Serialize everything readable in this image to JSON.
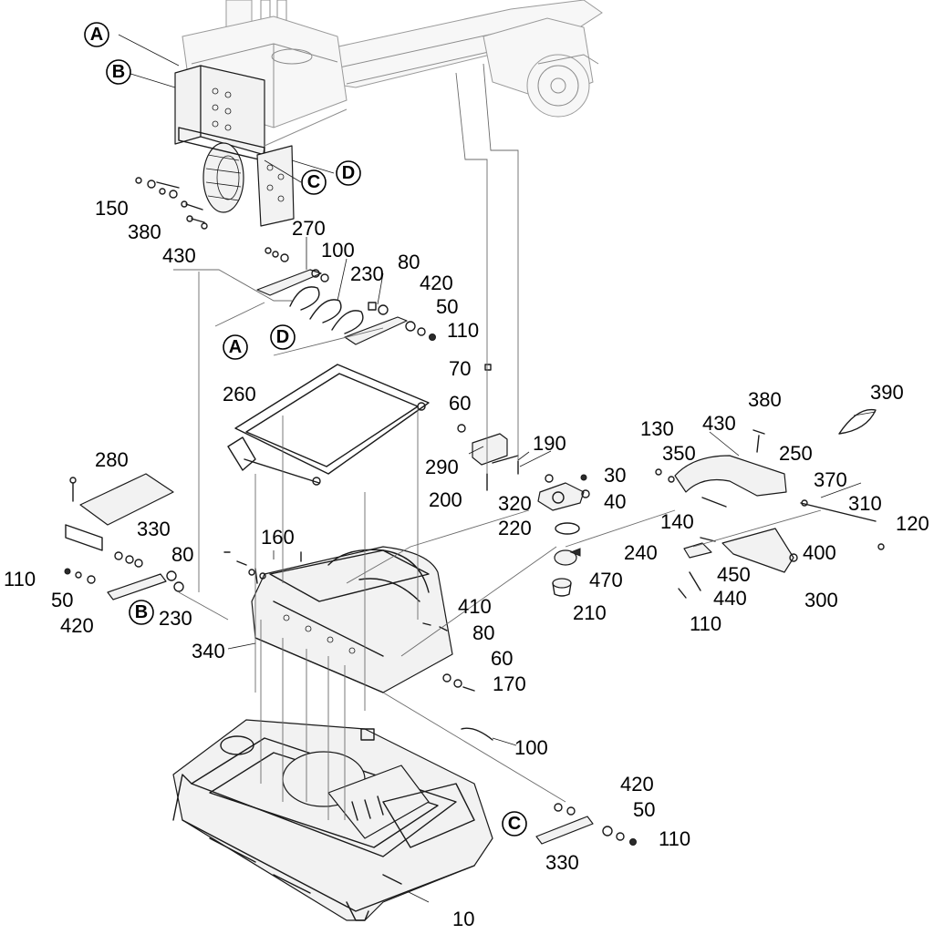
{
  "part_numbers": [
    {
      "id": "p150",
      "text": "150"
    },
    {
      "id": "p380a",
      "text": "380"
    },
    {
      "id": "p430a",
      "text": "430"
    },
    {
      "id": "p270",
      "text": "270"
    },
    {
      "id": "p100a",
      "text": "100"
    },
    {
      "id": "p80a",
      "text": "80"
    },
    {
      "id": "p230a",
      "text": "230"
    },
    {
      "id": "p420a",
      "text": "420"
    },
    {
      "id": "p50a",
      "text": "50"
    },
    {
      "id": "p110a",
      "text": "110"
    },
    {
      "id": "p70",
      "text": "70"
    },
    {
      "id": "p260",
      "text": "260"
    },
    {
      "id": "p60a",
      "text": "60"
    },
    {
      "id": "p190",
      "text": "190"
    },
    {
      "id": "p290",
      "text": "290"
    },
    {
      "id": "p200",
      "text": "200"
    },
    {
      "id": "p30",
      "text": "30"
    },
    {
      "id": "p40",
      "text": "40"
    },
    {
      "id": "p320",
      "text": "320"
    },
    {
      "id": "p220",
      "text": "220"
    },
    {
      "id": "p470",
      "text": "470"
    },
    {
      "id": "p210",
      "text": "210"
    },
    {
      "id": "p380b",
      "text": "380"
    },
    {
      "id": "p390",
      "text": "390"
    },
    {
      "id": "p130",
      "text": "130"
    },
    {
      "id": "p430b",
      "text": "430"
    },
    {
      "id": "p350",
      "text": "350"
    },
    {
      "id": "p250",
      "text": "250"
    },
    {
      "id": "p370",
      "text": "370"
    },
    {
      "id": "p140",
      "text": "140"
    },
    {
      "id": "p310",
      "text": "310"
    },
    {
      "id": "p120",
      "text": "120"
    },
    {
      "id": "p240",
      "text": "240"
    },
    {
      "id": "p400",
      "text": "400"
    },
    {
      "id": "p450",
      "text": "450"
    },
    {
      "id": "p440",
      "text": "440"
    },
    {
      "id": "p300",
      "text": "300"
    },
    {
      "id": "p110b",
      "text": "110"
    },
    {
      "id": "p280",
      "text": "280"
    },
    {
      "id": "p330a",
      "text": "330"
    },
    {
      "id": "p80b",
      "text": "80"
    },
    {
      "id": "p160",
      "text": "160"
    },
    {
      "id": "p110c",
      "text": "110"
    },
    {
      "id": "p50b",
      "text": "50"
    },
    {
      "id": "p420b",
      "text": "420"
    },
    {
      "id": "p230b",
      "text": "230"
    },
    {
      "id": "p340",
      "text": "340"
    },
    {
      "id": "p410",
      "text": "410"
    },
    {
      "id": "p80c",
      "text": "80"
    },
    {
      "id": "p60b",
      "text": "60"
    },
    {
      "id": "p170",
      "text": "170"
    },
    {
      "id": "p100b",
      "text": "100"
    },
    {
      "id": "p420c",
      "text": "420"
    },
    {
      "id": "p50c",
      "text": "50"
    },
    {
      "id": "p110d",
      "text": "110"
    },
    {
      "id": "p330b",
      "text": "330"
    },
    {
      "id": "p10",
      "text": "10"
    }
  ],
  "reference_markers": [
    {
      "id": "refA1",
      "text": "A"
    },
    {
      "id": "refB1",
      "text": "B"
    },
    {
      "id": "refC1",
      "text": "C"
    },
    {
      "id": "refD1",
      "text": "D"
    },
    {
      "id": "refA2",
      "text": "A"
    },
    {
      "id": "refD2",
      "text": "D"
    },
    {
      "id": "refB2",
      "text": "B"
    },
    {
      "id": "refC2",
      "text": "C"
    }
  ]
}
